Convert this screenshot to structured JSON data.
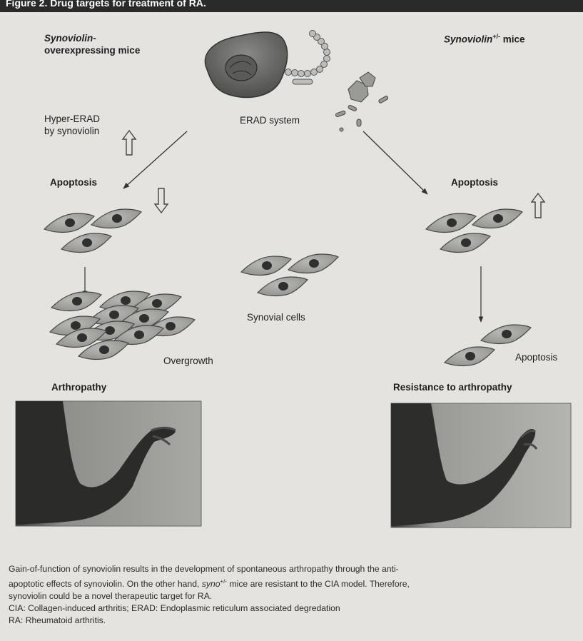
{
  "header": {
    "title": "Figure 2. Drug targets for treatment of RA."
  },
  "left": {
    "mouse_label_italic": "Synoviolin-",
    "mouse_label_rest": "overexpressing mice",
    "hyper_erad_line1": "Hyper-ERAD",
    "hyper_erad_line2": "by synoviolin",
    "apoptosis": "Apoptosis",
    "overgrowth": "Overgrowth",
    "outcome": "Arthropathy"
  },
  "right": {
    "mouse_label_italic": "Synoviolin",
    "mouse_label_sup": "+/-",
    "mouse_label_rest": " mice",
    "apoptosis_top": "Apoptosis",
    "apoptosis_bottom": "Apoptosis",
    "outcome": "Resistance to arthropathy"
  },
  "center": {
    "erad_system": "ERAD system",
    "synovial_cells": "Synovial cells"
  },
  "caption": {
    "line1": "Gain-of-function of synoviolin results in the development of spontaneous arthropathy through the anti-",
    "line2_a": "apoptotic effects of synoviolin. On the other hand, ",
    "line2_italic": "syno",
    "line2_sup": "+/-",
    "line2_b": " mice are resistant to the CIA model. Therefore,",
    "line3": "synoviolin could be a novel therapeutic target for RA.",
    "line4": "CIA: Collagen-induced arthritis; ERAD: Endoplasmic reticulum associated degredation",
    "line5": "RA: Rheumatoid arthritis."
  }
}
